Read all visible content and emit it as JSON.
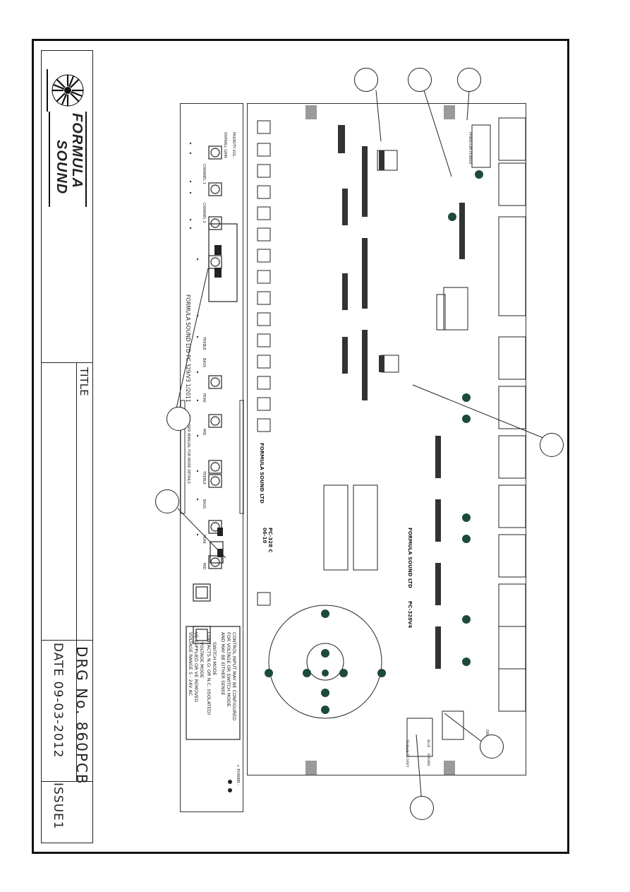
{
  "logo": {
    "wordmark_line1": "FORMULA",
    "wordmark_line2": "SOUND"
  },
  "title_block": {
    "title_label": "TITLE",
    "drawing_number": "DRG  No.  860PCB",
    "date": "DATE  09-03-2012",
    "issue": "ISSUE1"
  },
  "front_panel": {
    "header_text": "FORMULA SOUND LTD  PC 329/V3 1/2011",
    "level_labels": [
      "PRIORITY VOL.",
      "OVERALL GAIN",
      "CHANNEL 1",
      "CHANNEL 2",
      "TREBLE",
      "BASS",
      "PEAK",
      "MID",
      "TREBLE",
      "BASS",
      "PEAK",
      "MID"
    ],
    "sub_note": "SEE USER MANUAL FOR MORE DETAILS",
    "contact_note": [
      "CONTROL INPUT MAY BE CONFIGURED",
      "FOR VOLTAGE OR SWITCH MODE",
      "AND MAY BE EITHER SENSE",
      "SWITCH MODE",
      "CONTACTS N.O. OR N.C. (ISOLATED)",
      "VOLTAGE MODE",
      "VE SUPPLIED OR VE REMOVED",
      "VOLTAGE RANGE 5 - 24V AC"
    ],
    "power_label": "+ POWER -"
  },
  "main_pcb": {
    "board_text_1": "FORMULA SOUND LTD",
    "board_text_2": "PC-328 C",
    "board_text_3": "06-10",
    "board_text_4": "FORMULA SOUND LTD",
    "board_text_5": "PC-328V4",
    "phantom_label": "PHANTOM POWER",
    "ground_lift": "GROUND LIFT",
    "transformer_labels": [
      "TX BLUE",
      "BLUE",
      "TX GREY",
      "BROWN"
    ]
  },
  "colors": {
    "ink": "#111111",
    "pad": "#1e4a3a",
    "grey_pad": "#9a9a9a"
  }
}
